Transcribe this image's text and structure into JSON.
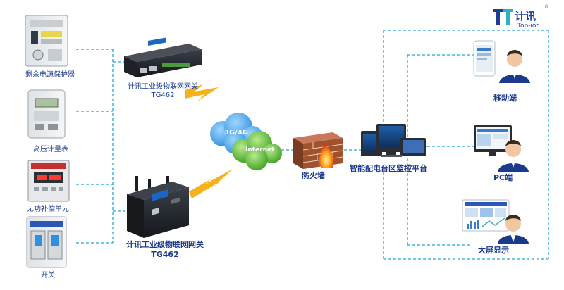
{
  "brand": {
    "name_cn": "计讯",
    "name_en": "Top-iot",
    "registered": "®",
    "colors": {
      "primary": "#1d3d8f",
      "accent": "#2bb3c0"
    }
  },
  "devices": [
    {
      "id": "rcd",
      "label": "剩余电源保护器",
      "icon": "residual-current-device-icon"
    },
    {
      "id": "meter",
      "label": "高压计量表",
      "icon": "meter-icon"
    },
    {
      "id": "compensator",
      "label": "无功补偿单元",
      "icon": "compensator-icon"
    },
    {
      "id": "switch",
      "label": "开关",
      "icon": "switch-icon"
    }
  ],
  "gateways": [
    {
      "id": "gw-top",
      "label_line1": "计讯工业级物联网网关",
      "label_line2": "TG462",
      "icon": "gateway-icon"
    },
    {
      "id": "gw-bottom",
      "label_line1": "计讯工业级物联网网关",
      "label_line2": "TG462",
      "icon": "wireless-gateway-icon"
    }
  ],
  "network": {
    "cloud_cellular": "3G/4G",
    "cloud_internet": "Internet",
    "firewall": "防火墙",
    "platform": "智能配电台区监控平台"
  },
  "clients": [
    {
      "id": "mobile",
      "label": "移动端",
      "icon": "mobile-user-icon"
    },
    {
      "id": "pc",
      "label": "PC端",
      "icon": "pc-user-icon"
    },
    {
      "id": "bigscreen",
      "label": "大屏显示",
      "icon": "big-screen-user-icon"
    }
  ],
  "colors": {
    "line": "#1ea7d8",
    "label": "#1b3a8c",
    "bolt": "#f7b21a",
    "cloud_blue": "#3fa9f5",
    "cloud_green": "#5cbf3a",
    "firewall_brick": "#a0522d"
  }
}
